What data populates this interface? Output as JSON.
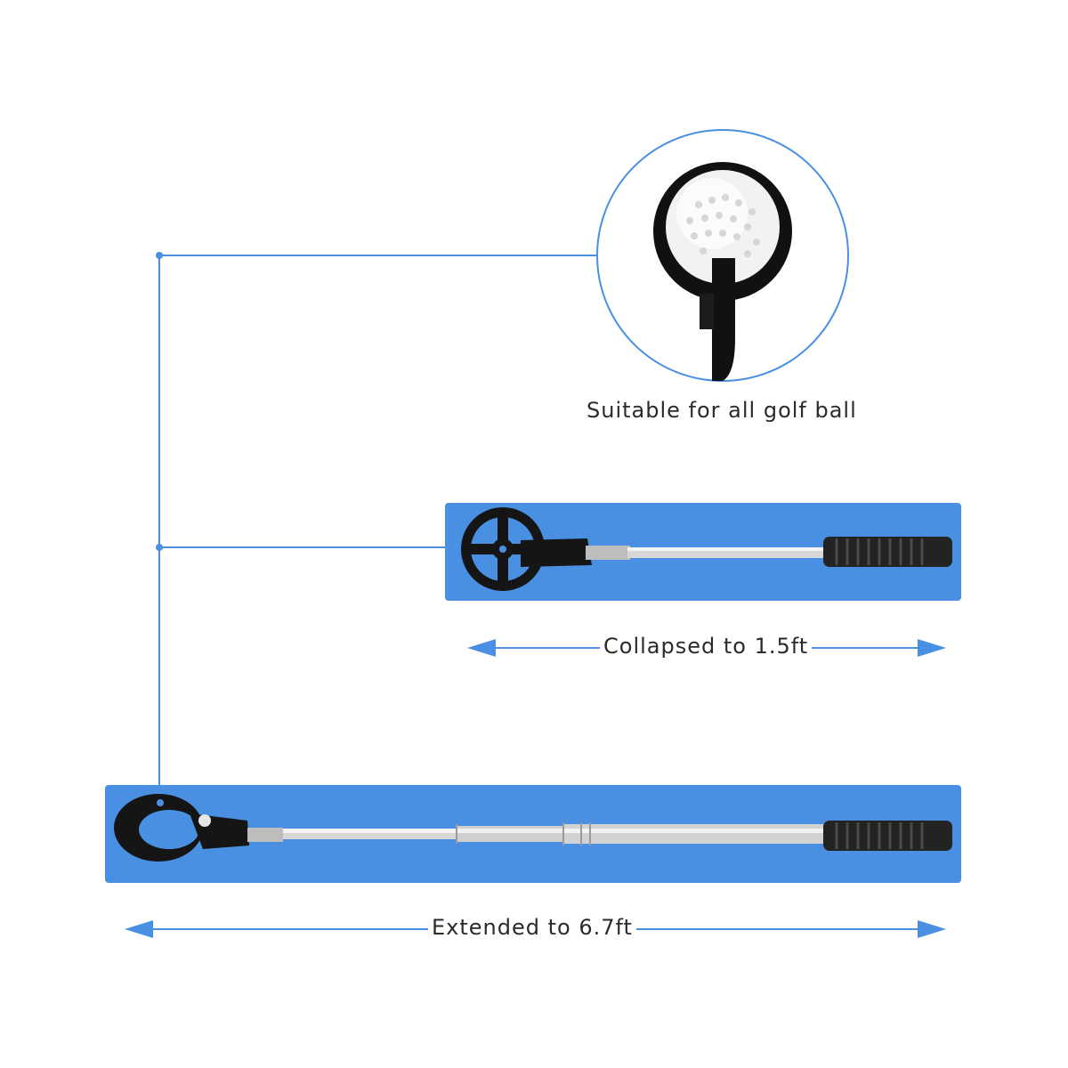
{
  "callouts": {
    "ball_fit": "Suitable for all golf ball",
    "collapsed": "Collapsed to 1.5ft",
    "extended": "Extended to 6.7ft"
  },
  "colors": {
    "accent": "#4a90e2",
    "connector": "#4a90e2",
    "text": "#2b2b2b"
  }
}
